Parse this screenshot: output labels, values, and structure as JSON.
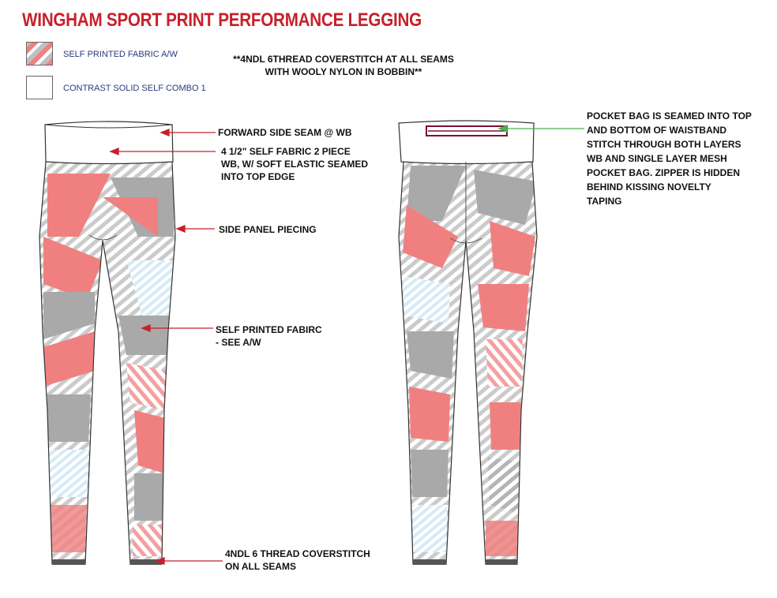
{
  "title": "WINGHAM SPORT PRINT PERFORMANCE LEGGING",
  "legend": [
    {
      "label": "SELF PRINTED FABRIC A/W"
    },
    {
      "label": "CONTRAST SOLID SELF COMBO 1"
    }
  ],
  "note": {
    "line1": "**4NDL 6THREAD COVERSTITCH AT ALL SEAMS",
    "line2": "WITH WOOLY NYLON IN BOBBIN**"
  },
  "callouts": {
    "forward_side_seam": "FORWARD SIDE SEAM @ WB",
    "waistband_line1": "4 1/2\" SELF FABRIC 2 PIECE",
    "waistband_line2": "WB, W/ SOFT ELASTIC SEAMED",
    "waistband_line3": "INTO TOP EDGE",
    "side_panel": "SIDE PANEL PIECING",
    "self_printed_line1": "SELF PRINTED FABIRC",
    "self_printed_line2": "- SEE A/W",
    "coverstitch_line1": "4NDL 6 THREAD COVERSTITCH",
    "coverstitch_line2": "ON ALL SEAMS"
  },
  "pocket_note": [
    "POCKET BAG IS SEAMED INTO TOP",
    "AND BOTTOM OF WAISTBAND",
    "STITCH THROUGH BOTH LAYERS",
    "WB AND SINGLE LAYER MESH",
    "POCKET BAG. ZIPPER IS HIDDEN",
    "BEHIND KISSING NOVELTY",
    "TAPING"
  ],
  "colors": {
    "title_red": "#c8202b",
    "arrow_red": "#c8202b",
    "arrow_green": "#4caf50",
    "print_pink": "#f08080",
    "print_gray": "#a9a9a9",
    "print_light_blue": "#cfe6f5",
    "legend_text": "#2b3a7a"
  }
}
